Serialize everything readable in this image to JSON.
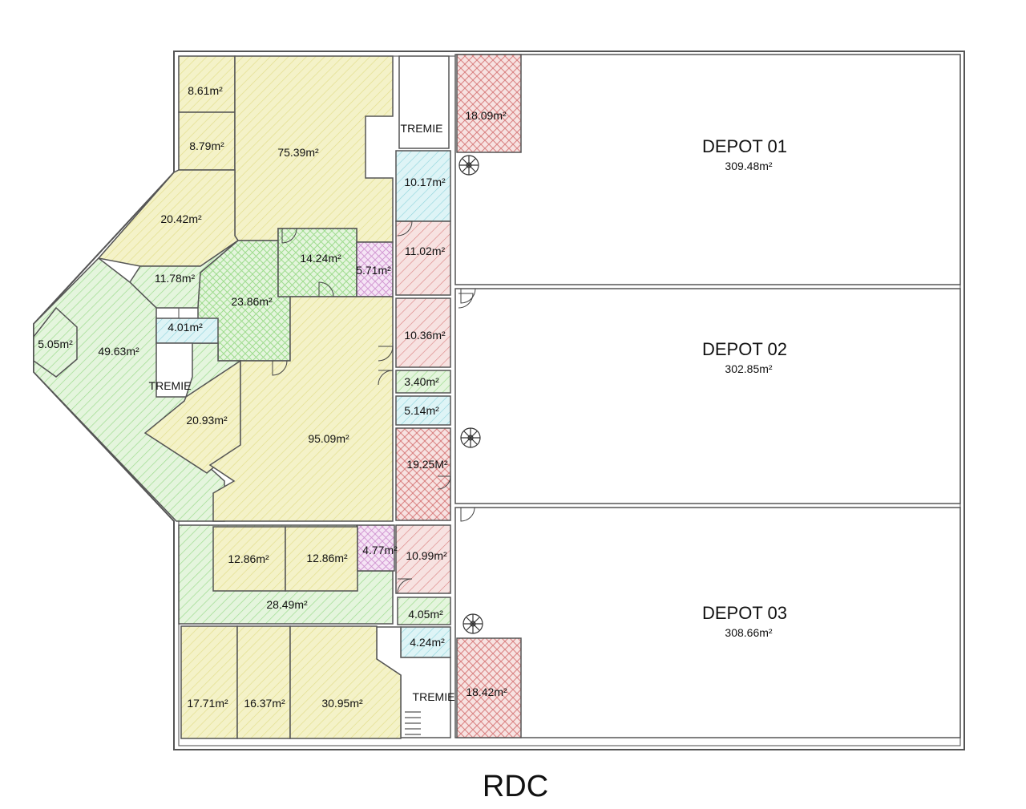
{
  "plan_title": "RDC",
  "colors": {
    "yellow": "#f4f2c8",
    "yellow_hatch": "#e3df8e",
    "green": "#dff3d8",
    "green_hatch": "#9fdc8f",
    "cyan": "#dcf3f5",
    "cyan_hatch": "#8fd4dc",
    "red": "#f7dedd",
    "red_hatch": "#d98080",
    "pink": "#f3e1f3",
    "pink_hatch": "#d39ad3",
    "wall": "#555555"
  },
  "depots": [
    {
      "name": "DEPOT 01",
      "area": "309.48m²"
    },
    {
      "name": "DEPOT 02",
      "area": "302.85m²"
    },
    {
      "name": "DEPOT 03",
      "area": "308.66m²"
    }
  ],
  "tremie_labels": [
    "TREMIE",
    "TREMIE",
    "TREMIE"
  ],
  "rooms": {
    "r_8_61": "8.61m²",
    "r_8_79": "8.79m²",
    "r_75_39": "75.39m²",
    "r_20_42": "20.42m²",
    "r_11_78": "11.78m²",
    "r_23_86": "23.86m²",
    "r_14_24": "14.24m²",
    "r_5_71": "5.71m²",
    "r_4_01": "4.01m²",
    "r_5_05": "5.05m²",
    "r_49_63": "49.63m²",
    "r_20_93": "20.93m²",
    "r_95_09": "95.09m²",
    "r_18_09": "18.09m²",
    "r_10_17": "10.17m²",
    "r_11_02": "11.02m²",
    "r_10_36": "10.36m²",
    "r_3_40": "3.40m²",
    "r_5_14": "5.14m²",
    "r_19_25": "19.25M²",
    "r_12_86a": "12.86m²",
    "r_12_86b": "12.86m²",
    "r_4_77": "4.77m²",
    "r_10_99": "10.99m²",
    "r_28_49": "28.49m²",
    "r_4_05": "4.05m²",
    "r_4_24": "4.24m²",
    "r_17_71": "17.71m²",
    "r_16_37": "16.37m²",
    "r_30_95": "30.95m²",
    "r_18_42": "18.42m²"
  }
}
